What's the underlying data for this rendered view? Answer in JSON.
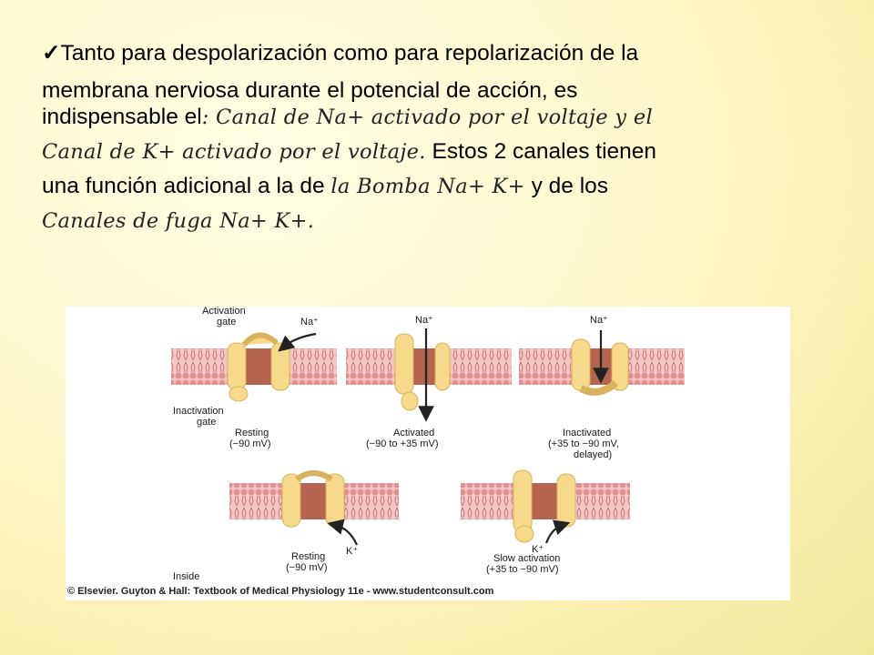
{
  "slide": {
    "check_mark": "✓",
    "line1": "Tanto para despolarización como para repolarización de la",
    "line2": "membrana nerviosa durante el potencial de acción, es",
    "line3_prefix": "indispensable el",
    "line3_script": ": Canal de Na+ activado por el voltaje y el",
    "line4_script": "Canal de K+ activado por el voltaje.",
    "line4_suffix": " Estos 2 canales tienen",
    "line5_prefix": "una función adicional a la de ",
    "line5_script": "la Bomba Na+ K+",
    "line5_suffix": " y de los",
    "line6_script": "Canales de fuga Na+ K+."
  },
  "figure": {
    "activation_gate_1": "Activation",
    "activation_gate_2": "gate",
    "inactivation_gate_1": "Inactivation",
    "inactivation_gate_2": "gate",
    "na_label_1": "Na⁺",
    "na_label_2": "Na⁺",
    "na_label_3": "Na⁺",
    "resting_na_1": "Resting",
    "resting_na_2": "(−90 mV)",
    "activated_1": "Activated",
    "activated_2": "(−90 to +35 mV)",
    "inactivated_1": "Inactivated",
    "inactivated_2": "(+35 to −90 mV,",
    "inactivated_3": "delayed)",
    "k_label_1": "K⁺",
    "k_label_2": "K⁺",
    "resting_k_1": "Resting",
    "resting_k_2": "(−90 mV)",
    "slow_activation_1": "Slow activation",
    "slow_activation_2": "(+35 to −90 mV)",
    "inside": "Inside",
    "copyright": "© Elsevier. Guyton & Hall: Textbook of Medical Physiology 11e - www.studentconsult.com"
  },
  "colors": {
    "membrane": "#e9a0a0",
    "channel_core": "#b5654f",
    "gate": "#f7d98c",
    "gate_stroke": "#d8b25c"
  }
}
